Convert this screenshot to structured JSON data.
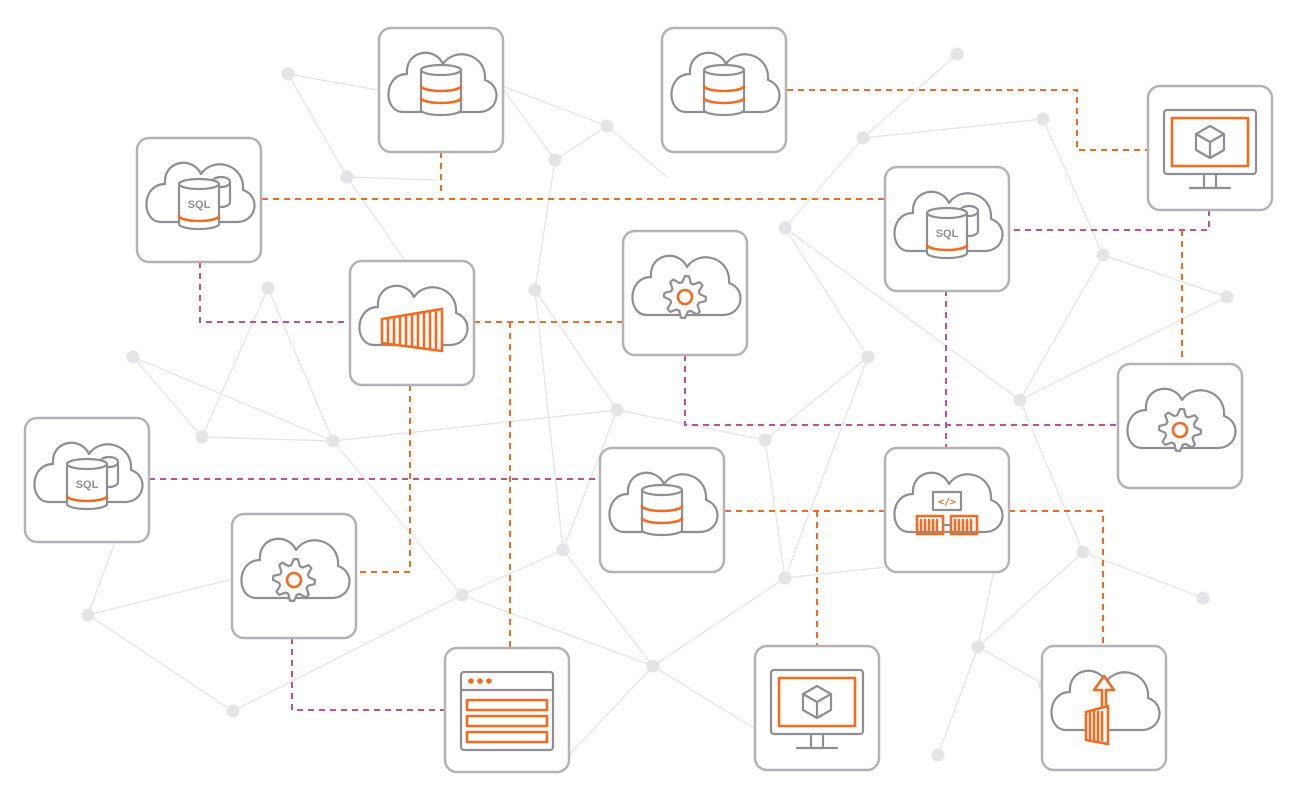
{
  "colors": {
    "orange": "#f26b21",
    "magenta": "#c2508a",
    "tile_border": "#b3b3b7",
    "icon_grey": "#8e8e93",
    "network": "#d9d9dc"
  },
  "labels": {
    "sql": "SQL",
    "code": "</>"
  },
  "nodes": [
    {
      "id": "db-top-left",
      "icon": "cloud-database-icon"
    },
    {
      "id": "db-top-center",
      "icon": "cloud-database-icon"
    },
    {
      "id": "sql-upper-left",
      "icon": "cloud-sql-database-icon"
    },
    {
      "id": "monitor-top-right",
      "icon": "monitor-cube-icon"
    },
    {
      "id": "sql-upper-right",
      "icon": "cloud-sql-database-icon"
    },
    {
      "id": "container-cloud",
      "icon": "cloud-container-icon"
    },
    {
      "id": "gear-cloud-center",
      "icon": "cloud-gear-icon"
    },
    {
      "id": "gear-cloud-right",
      "icon": "cloud-gear-icon"
    },
    {
      "id": "sql-left",
      "icon": "cloud-sql-database-icon"
    },
    {
      "id": "db-center",
      "icon": "cloud-database-icon"
    },
    {
      "id": "code-cloud",
      "icon": "cloud-code-containers-icon"
    },
    {
      "id": "gear-cloud-lower-left",
      "icon": "cloud-gear-icon"
    },
    {
      "id": "browser-window",
      "icon": "browser-window-icon"
    },
    {
      "id": "monitor-bottom",
      "icon": "monitor-cube-icon"
    },
    {
      "id": "container-upload",
      "icon": "cloud-container-upload-icon"
    }
  ]
}
